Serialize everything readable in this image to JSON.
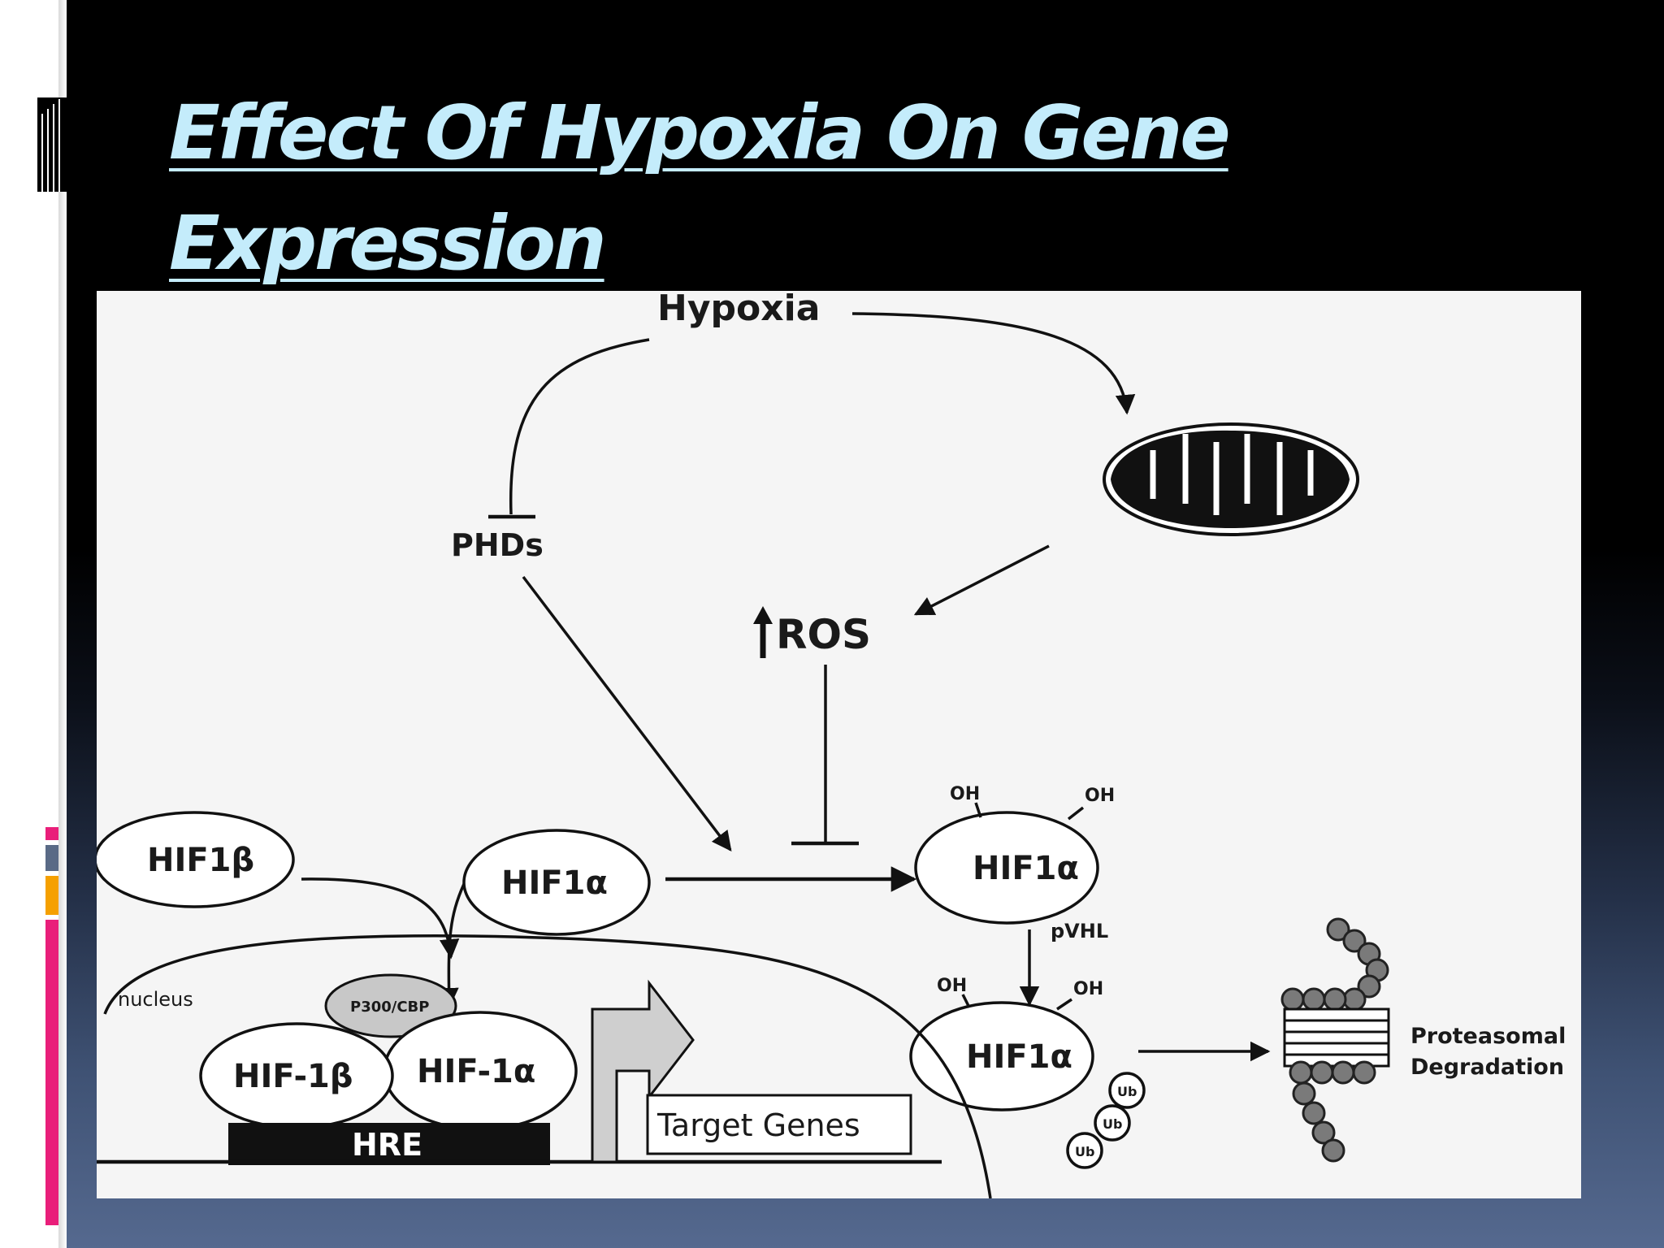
{
  "slide": {
    "title": "Effect Of Hypoxia On Gene Expression"
  },
  "diagram": {
    "hypoxia": "Hypoxia",
    "phds": "PHDs",
    "ros": "ROS",
    "hif1b": "HIF1β",
    "hif1a": "HIF1α",
    "hif1a_oh": "HIF1α",
    "hif1a_ub": "HIF1α",
    "oh": "OH",
    "pvhl": "pVHL",
    "nucleus": "nucleus",
    "p300": "P300/CBP",
    "hif_1b": "HIF-1β",
    "hif_1a": "HIF-1α",
    "hre": "HRE",
    "target_genes": "Target Genes",
    "ub": "Ub",
    "proteasomal": "Proteasomal",
    "degradation": "Degradation"
  },
  "colors": {
    "title": "#c4ecfb",
    "accent_pink": "#e91e7a",
    "accent_orange": "#f5a000",
    "accent_gray": "#5a6a86"
  },
  "icons": {
    "mitochondrion": "mitochondrion-icon",
    "proteasome": "proteasome-icon",
    "up_arrow": "up-arrow-icon"
  }
}
